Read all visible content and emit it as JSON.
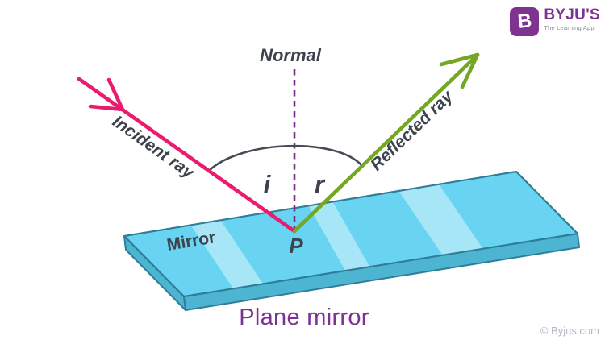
{
  "branding": {
    "logo_letter": "B",
    "logo_name": "BYJU'S",
    "logo_tagline": "The Learning App",
    "watermark": "© Byjus.com"
  },
  "diagram": {
    "caption": "Plane mirror",
    "labels": {
      "normal": "Normal",
      "incident_ray": "Incident ray",
      "reflected_ray": "Reflected ray",
      "angle_incidence": "i",
      "angle_reflection": "r",
      "point_of_incidence": "P",
      "mirror": "Mirror"
    },
    "colors": {
      "incident_ray": "#EB1C70",
      "reflected_ray": "#74A823",
      "normal_dash": "#7B2D8B",
      "arc": "#464C55",
      "label_text": "#3D434D",
      "mirror_top": "#68D4F2",
      "mirror_highlight": "#FFFFFF",
      "mirror_side": "#4DB5D2",
      "mirror_outline": "#2F7E98",
      "caption_text": "#7D3190",
      "brand_purple": "#7F3390",
      "tagline_gray": "#8B8B97",
      "watermark_gray": "#B5B6C3"
    }
  }
}
